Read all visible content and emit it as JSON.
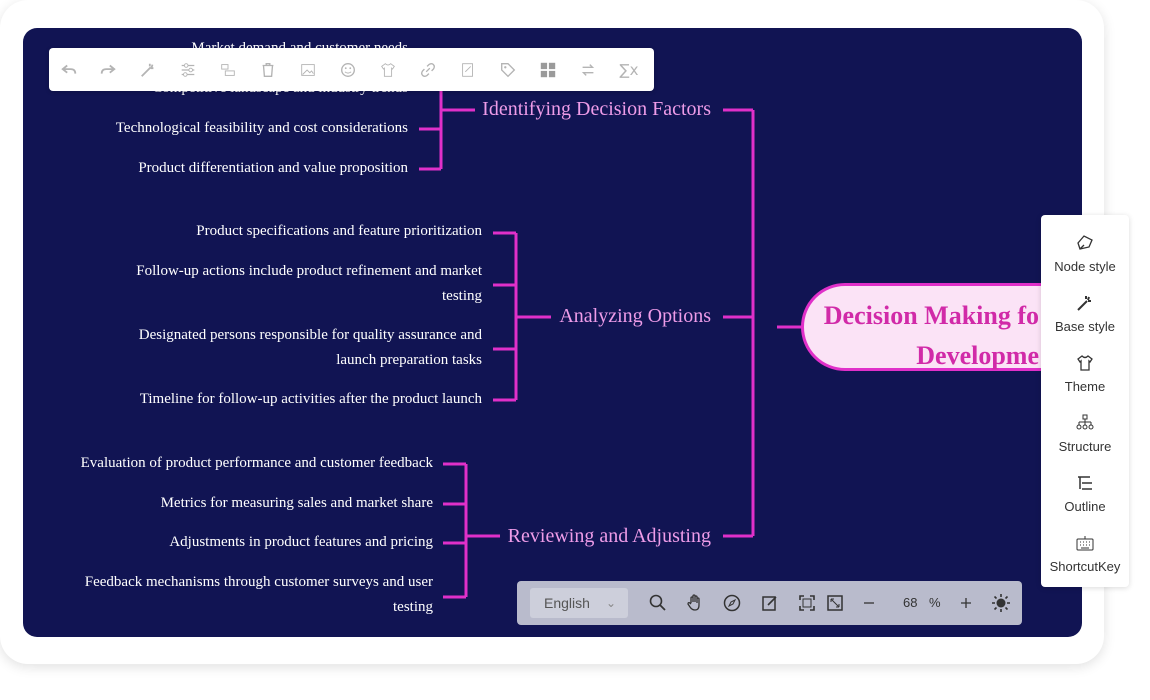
{
  "toolbar": {
    "icons": [
      "undo-icon",
      "redo-icon",
      "style-painter-icon",
      "sliders-icon",
      "subtopic-icon",
      "trash-icon",
      "image-icon",
      "emoji-icon",
      "shirt-icon",
      "link-icon",
      "note-icon",
      "tag-icon",
      "summary-icon",
      "relation-icon",
      "formula-icon"
    ],
    "formula_label": "∑x"
  },
  "mindmap": {
    "root": {
      "line1": "Decision Making fo",
      "line2": "Developme"
    },
    "branches": [
      {
        "label": "Identifying Decision Factors",
        "leaves": [
          "Market demand and customer needs",
          "Competitive landscape and industry trends",
          "Technological feasibility and cost considerations",
          "Product differentiation and value proposition"
        ]
      },
      {
        "label": "Analyzing Options",
        "leaves": [
          "Product specifications and feature prioritization",
          "Follow-up actions include product refinement and market testing",
          "Designated persons responsible for quality assurance and launch preparation tasks",
          "Timeline for follow-up activities after the product launch"
        ]
      },
      {
        "label": "Reviewing and Adjusting",
        "leaves": [
          "Evaluation of product performance and customer feedback",
          "Metrics for measuring sales and market share",
          "Adjustments in product features and pricing",
          "Feedback mechanisms through customer surveys and user testing"
        ]
      }
    ],
    "colors": {
      "background": "#111453",
      "line": "#e030c9",
      "branch_text": "#ee9ce8",
      "root_fill": "#fbe3f6",
      "root_text": "#d12aa8"
    }
  },
  "panel": {
    "items": [
      {
        "label": "Node style",
        "icon": "node-style-icon"
      },
      {
        "label": "Base style",
        "icon": "base-style-icon"
      },
      {
        "label": "Theme",
        "icon": "theme-icon"
      },
      {
        "label": "Structure",
        "icon": "structure-icon"
      },
      {
        "label": "Outline",
        "icon": "outline-icon"
      },
      {
        "label": "ShortcutKey",
        "icon": "keyboard-icon"
      }
    ]
  },
  "bottombar": {
    "language": "English",
    "zoom": "68",
    "zoom_unit": "%",
    "icons": [
      "search-icon",
      "hand-icon",
      "compass-icon",
      "edit-icon",
      "fit-icon",
      "fullscreen-icon",
      "zoom-out-icon",
      "zoom-in-icon",
      "theme-toggle-icon"
    ]
  }
}
